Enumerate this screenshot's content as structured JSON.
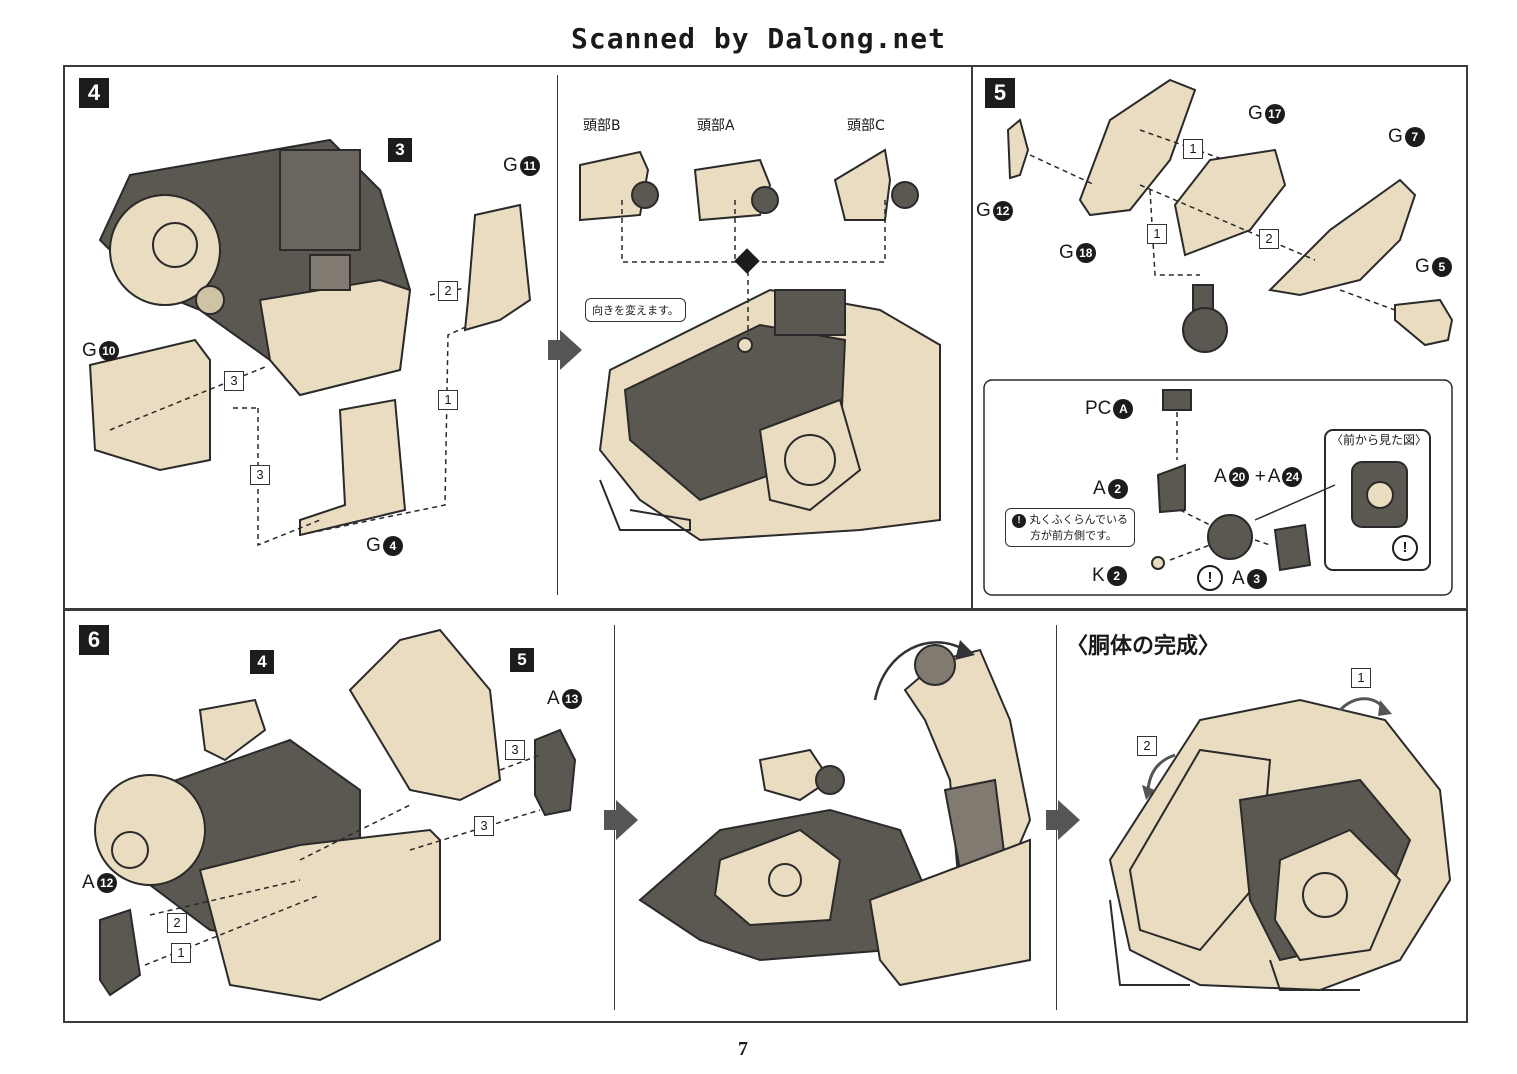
{
  "scan_credit": "Scanned by Dalong.net",
  "page_number": "7",
  "step4": {
    "number": "4",
    "ref_badge": "3",
    "parts": [
      {
        "letter": "G",
        "num": "11"
      },
      {
        "letter": "G",
        "num": "10"
      },
      {
        "letter": "G",
        "num": "4"
      }
    ],
    "order": [
      "1",
      "2",
      "3",
      "3"
    ],
    "head_labels": [
      "頭部B",
      "頭部A",
      "頭部C"
    ],
    "callout": "向きを変えます。"
  },
  "step5": {
    "number": "5",
    "parts": [
      {
        "letter": "G",
        "num": "17"
      },
      {
        "letter": "G",
        "num": "7"
      },
      {
        "letter": "G",
        "num": "12"
      },
      {
        "letter": "G",
        "num": "18"
      },
      {
        "letter": "G",
        "num": "5"
      }
    ],
    "order": [
      "1",
      "1",
      "2"
    ],
    "detail": {
      "pc": {
        "letter": "PC",
        "num": "A"
      },
      "a2": {
        "letter": "A",
        "num": "2"
      },
      "a20": {
        "letter": "A",
        "num": "20"
      },
      "plus": "+",
      "a24": {
        "letter": "A",
        "num": "24"
      },
      "k2": {
        "letter": "K",
        "num": "2"
      },
      "a3": {
        "letter": "A",
        "num": "3"
      },
      "note_line1": "丸くふくらんでいる",
      "note_line2": "方が前方側です。",
      "front_view_title": "〈前から見た図〉",
      "warning_icon": "!"
    }
  },
  "step6": {
    "number": "6",
    "ref_badges": [
      "4",
      "5"
    ],
    "parts": [
      {
        "letter": "A",
        "num": "13"
      },
      {
        "letter": "A",
        "num": "12"
      }
    ],
    "order": [
      "3",
      "3",
      "2",
      "1"
    ],
    "complete_heading": "〈胴体の完成〉",
    "rotate_order": [
      "1",
      "2"
    ]
  },
  "colors": {
    "beige": "#e9dcc0",
    "dark_gray": "#5b5751",
    "outline": "#2a2a2a"
  }
}
